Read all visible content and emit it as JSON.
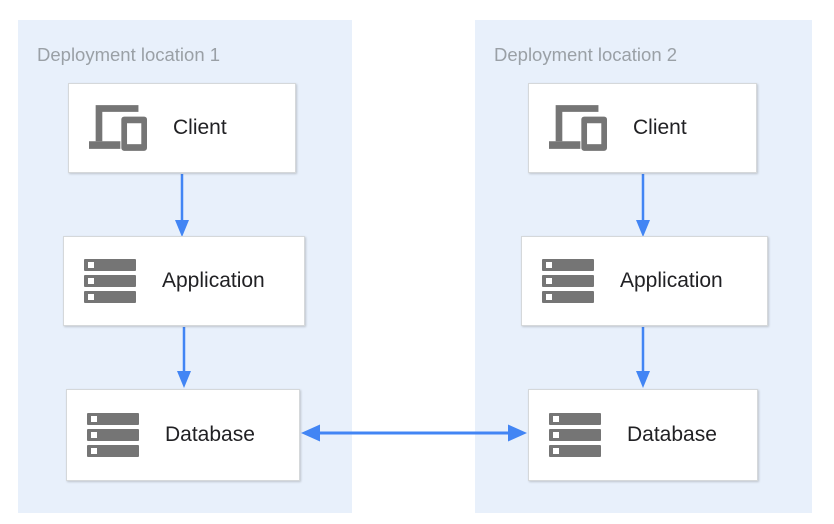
{
  "diagram": {
    "groups": [
      {
        "title": "Deployment location 1",
        "nodes": [
          {
            "icon": "devices-icon",
            "label": "Client"
          },
          {
            "icon": "server-stack-icon",
            "label": "Application"
          },
          {
            "icon": "server-stack-icon",
            "label": "Database"
          }
        ]
      },
      {
        "title": "Deployment location 2",
        "nodes": [
          {
            "icon": "devices-icon",
            "label": "Client"
          },
          {
            "icon": "server-stack-icon",
            "label": "Application"
          },
          {
            "icon": "server-stack-icon",
            "label": "Database"
          }
        ]
      }
    ],
    "edges": [
      {
        "from": "client-1",
        "to": "application-1",
        "style": "single-arrow"
      },
      {
        "from": "application-1",
        "to": "database-1",
        "style": "single-arrow"
      },
      {
        "from": "client-2",
        "to": "application-2",
        "style": "single-arrow"
      },
      {
        "from": "application-2",
        "to": "database-2",
        "style": "single-arrow"
      },
      {
        "from": "database-1",
        "to": "database-2",
        "style": "double-arrow"
      }
    ],
    "colors": {
      "group_background": "#e8f0fb",
      "arrow_blue": "#4285f4",
      "icon_gray": "#757575",
      "title_gray": "#9aa0a6",
      "label_dark": "#212124",
      "box_border": "#d5d8da"
    }
  }
}
